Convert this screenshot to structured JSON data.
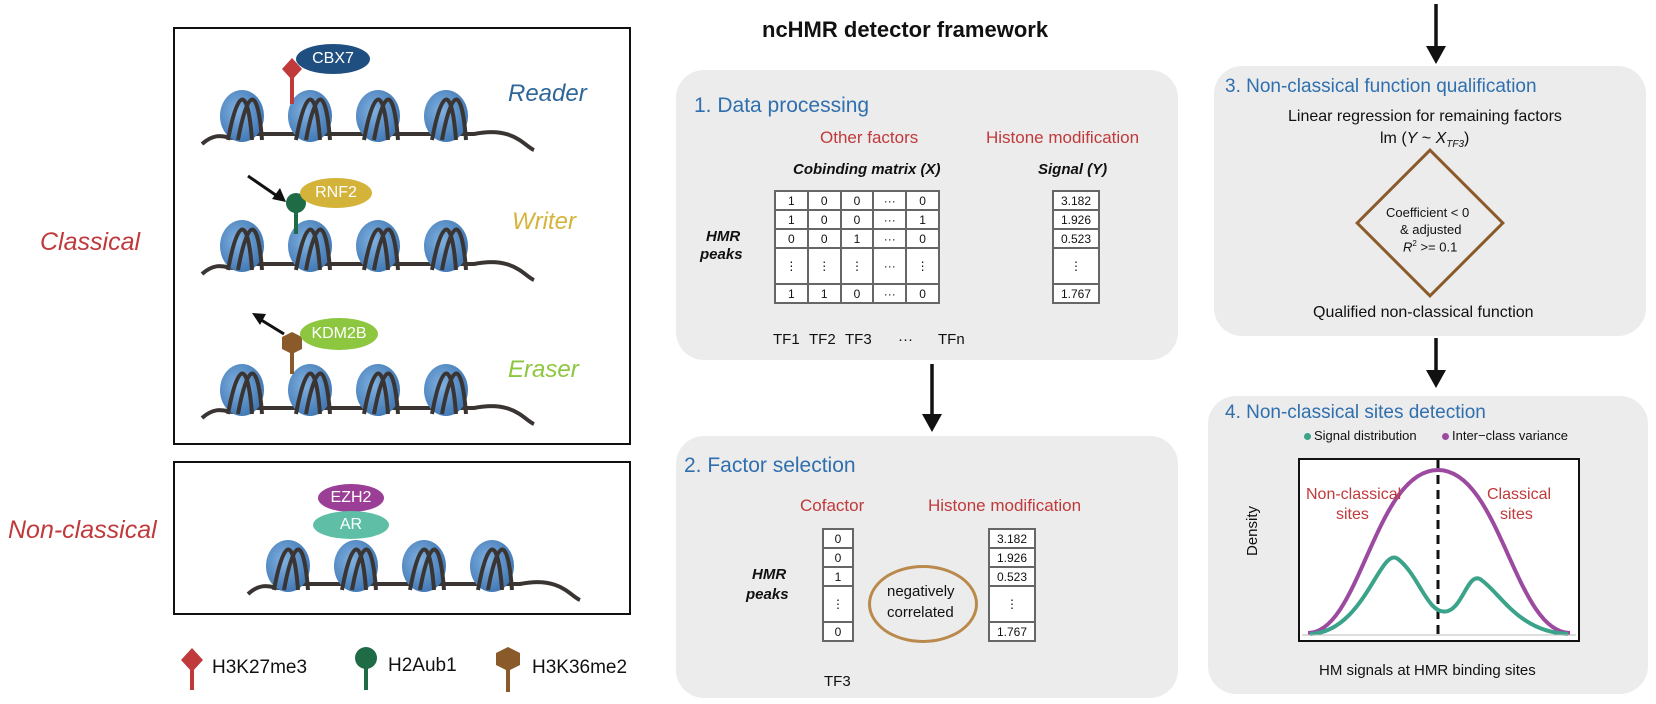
{
  "title": "ncHMR detector framework",
  "left": {
    "classical_label": "Classical",
    "nonclassical_label": "Non-classical",
    "roles": [
      {
        "label": "Reader",
        "protein": "CBX7",
        "color": "#2e6698",
        "protein_color": "#1f4f80"
      },
      {
        "label": "Writer",
        "protein": "RNF2",
        "color": "#d4b43a",
        "protein_color": "#d4b33a"
      },
      {
        "label": "Eraser",
        "protein": "KDM2B",
        "color": "#8dc63f",
        "protein_color": "#8dc63f"
      }
    ],
    "nonclassical_proteins": [
      {
        "name": "EZH2",
        "color": "#9b3f96"
      },
      {
        "name": "AR",
        "color": "#5fbfa6"
      }
    ],
    "legend": [
      {
        "label": "H3K27me3",
        "color": "#c0393b",
        "icon": "diamond-marker-icon"
      },
      {
        "label": "H2Aub1",
        "color": "#1e6b46",
        "icon": "circle-marker-icon"
      },
      {
        "label": "H3K36me2",
        "color": "#8a5a2b",
        "icon": "hexagon-marker-icon"
      }
    ]
  },
  "panel1": {
    "title": "1. Data processing",
    "other_factors": "Other factors",
    "histone_modification": "Histone modification",
    "cobinding": "Cobinding matrix (X)",
    "signal": "Signal (Y)",
    "row_label_1": "HMR",
    "row_label_2": "peaks",
    "matrix": [
      [
        "1",
        "0",
        "0",
        "···",
        "0"
      ],
      [
        "1",
        "0",
        "0",
        "···",
        "1"
      ],
      [
        "0",
        "0",
        "1",
        "···",
        "0"
      ],
      [
        "⋮",
        "⋮",
        "⋮",
        "···",
        "⋮"
      ],
      [
        "1",
        "1",
        "0",
        "···",
        "0"
      ]
    ],
    "signals": [
      "3.182",
      "1.926",
      "0.523",
      "⋮",
      "1.767"
    ],
    "col_labels": [
      "TF1",
      "TF2",
      "TF3",
      "···",
      "TFn"
    ]
  },
  "panel2": {
    "title": "2. Factor selection",
    "cofactor": "Cofactor",
    "histone_modification": "Histone modification",
    "row_label_1": "HMR",
    "row_label_2": "peaks",
    "cofactor_values": [
      "0",
      "0",
      "1",
      "⋮",
      "0"
    ],
    "signals": [
      "3.182",
      "1.926",
      "0.523",
      "⋮",
      "1.767"
    ],
    "col_label": "TF3",
    "ellipse_line1": "negatively",
    "ellipse_line2": "correlated"
  },
  "panel3": {
    "title": "3. Non-classical function qualification",
    "line1": "Linear regression for remaining factors",
    "formula_prefix": "lm (",
    "formula_y": "Y",
    "formula_tilde": " ~ ",
    "formula_x": "X",
    "formula_sub": "TF3",
    "formula_suffix": ")",
    "diamond_1": "Coefficient < 0",
    "diamond_2": "& adjusted",
    "diamond_3_r": "R",
    "diamond_3_sup": "2",
    "diamond_3_rest": " >= 0.1",
    "result": "Qualified non-classical function"
  },
  "panel4": {
    "title": "4. Non-classical sites detection",
    "legend": [
      {
        "label": "Signal distribution",
        "color": "#3aa38a"
      },
      {
        "label": "Inter−class variance",
        "color": "#9b4aa0"
      }
    ],
    "left_label_1": "Non-classical",
    "left_label_2": "sites",
    "right_label_1": "Classical",
    "right_label_2": "sites",
    "ylabel": "Density",
    "xlabel": "HM signals at HMR binding sites"
  },
  "colors": {
    "nucleosome": "#4a86c8",
    "dna": "#3a3533",
    "panel_bg": "#ececec",
    "arrow": "#111111",
    "ellipse": "#b98a4b",
    "diamond": "#8a5a2b"
  }
}
